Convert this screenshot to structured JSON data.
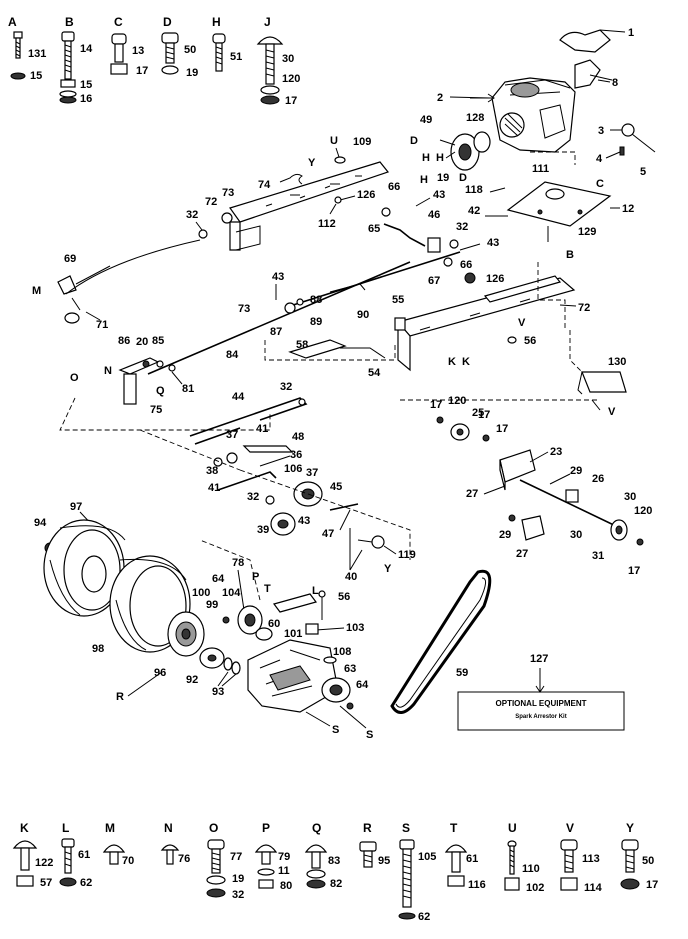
{
  "bolt_keys_top": [
    {
      "letter": "A",
      "n1": "131",
      "n2": "15"
    },
    {
      "letter": "B",
      "n1": "14",
      "n2": "15",
      "n3": "16"
    },
    {
      "letter": "C",
      "n1": "13",
      "n2": "17"
    },
    {
      "letter": "D",
      "n1": "50",
      "n2": "19"
    },
    {
      "letter": "H",
      "n1": "51"
    },
    {
      "letter": "J",
      "n1": "30",
      "n2": "120",
      "n3": "17"
    }
  ],
  "bolt_keys_bottom": [
    {
      "letter": "K",
      "n1": "122",
      "n2": "57"
    },
    {
      "letter": "L",
      "n1": "61",
      "n2": "62"
    },
    {
      "letter": "M",
      "n1": "70"
    },
    {
      "letter": "N",
      "n1": "76"
    },
    {
      "letter": "O",
      "n1": "77",
      "n2": "19",
      "n3": "32"
    },
    {
      "letter": "P",
      "n1": "79",
      "n2": "11",
      "n3": "80"
    },
    {
      "letter": "Q",
      "n1": "83",
      "n2": "82"
    },
    {
      "letter": "R",
      "n1": "95"
    },
    {
      "letter": "S",
      "n1": "105",
      "n2": "62"
    },
    {
      "letter": "T",
      "n1": "61",
      "n2": "116"
    },
    {
      "letter": "U",
      "n1": "110",
      "n2": "102"
    },
    {
      "letter": "V",
      "n1": "113",
      "n2": "114"
    },
    {
      "letter": "Y",
      "n1": "50",
      "n2": "17"
    }
  ],
  "callouts": {
    "c1": "1",
    "c8": "8",
    "c2": "2",
    "c49": "49",
    "c128": "128",
    "c3": "3",
    "c4": "4",
    "c5": "5",
    "c109": "109",
    "cU": "U",
    "c74": "74",
    "cY1": "Y",
    "c72a": "72",
    "c73a": "73",
    "c32a": "32",
    "c126a": "126",
    "c112": "112",
    "c66a": "66",
    "c43a": "43",
    "c65": "65",
    "c118": "118",
    "c42": "42",
    "c46": "46",
    "c32b": "32",
    "c43b": "43",
    "c66b": "66",
    "c67": "67",
    "c126b": "126",
    "c111": "111",
    "cC": "C",
    "c12": "12",
    "c129": "129",
    "cB": "B",
    "c69": "69",
    "cM": "M",
    "c71": "71",
    "c43c": "43",
    "c73b": "73",
    "c88": "88",
    "c87": "87",
    "c89": "89",
    "c90": "90",
    "c55": "55",
    "c72b": "72",
    "cV1": "V",
    "c56a": "56",
    "cK1": "K",
    "cK2": "K",
    "c58": "58",
    "c54": "54",
    "c130": "130",
    "cV2": "V",
    "c86": "86",
    "c20": "20",
    "c85": "85",
    "cO": "O",
    "cN": "N",
    "c81": "81",
    "c75": "75",
    "c84": "84",
    "c32c": "32",
    "c44": "44",
    "c37a": "37",
    "c41": "41",
    "c48": "48",
    "c36": "36",
    "c38": "38",
    "c106": "106",
    "c37b": "37",
    "c45": "45",
    "c32d": "32",
    "c39": "39",
    "c43d": "43",
    "c47": "47",
    "c119": "119",
    "cY2": "Y",
    "c40": "40",
    "c17a": "17",
    "c120a": "120",
    "c17b": "17",
    "c17c": "17",
    "c25": "25",
    "c23": "23",
    "c27a": "27",
    "c29a": "29",
    "c26": "26",
    "c29b": "29",
    "c27b": "27",
    "c30a": "30",
    "c30b": "30",
    "c120b": "120",
    "c31": "31",
    "c17d": "17",
    "c94": "94",
    "c97": "97",
    "c98": "98",
    "c96": "96",
    "cR": "R",
    "c78": "78",
    "c64a": "64",
    "cP": "P",
    "cT": "T",
    "cL": "L",
    "c56b": "56",
    "c100": "100",
    "c99": "99",
    "c104": "104",
    "c60": "60",
    "c101": "101",
    "c103": "103",
    "c92": "92",
    "c93": "93",
    "c108": "108",
    "c63": "63",
    "c64b": "64",
    "cS1": "S",
    "cS2": "S",
    "c59": "59",
    "c127": "127",
    "cD1": "D",
    "cH1": "H",
    "cH2": "H",
    "cH3": "H",
    "c19": "19",
    "cD2": "D",
    "cQ": "Q",
    "c41b": "41"
  },
  "optional_box": {
    "title": "OPTIONAL EQUIPMENT",
    "subtitle": "Spark Arrestor Kit"
  }
}
